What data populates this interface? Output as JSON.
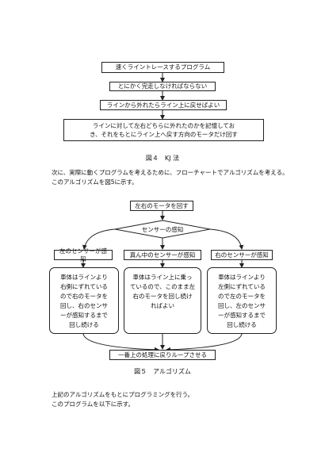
{
  "kj": {
    "steps": [
      "速くライントレースするプログラム",
      "とにかく完走しなければならない",
      "ラインから外れたらライン上に戻せばよい",
      "ラインに対して左右どちらに外れたのかを記憶してお\nき、それをもとにライン上へ戻す方向のモータだけ回す"
    ],
    "caption": "図４　KJ 法"
  },
  "intro_text": "次に、実際に動くプログラムを考えるために、フローチャートでアルゴリズムを考える。\nこのアルゴリズムを図5に示す。",
  "algo": {
    "start": "左右のモータを回す",
    "sense": "センサーの感知",
    "branches": [
      {
        "label": "左のセンサーが感知",
        "desc": "車体はラインより\n右側にずれている\nので右のモータを\n回し、右のセンサ\nーが感知するまで\n回し続ける"
      },
      {
        "label": "真ん中のセンサーが感知",
        "desc": "車体はライン上に乗っ\nているので、このまま左\n右のモータを回し続け\nればよい"
      },
      {
        "label": "右のセンサーが感知",
        "desc": "車体はラインより\n左側にずれている\nので左のモータを\n回し、左のセンサ\nーが感知するまで\n回し続ける"
      }
    ],
    "loop": "一番上の処理に戻りループさせる",
    "caption": "図５　アルゴリズム"
  },
  "outro_text": "上記のアルゴリズムをもとにプログラミングを行う。\nこのプログラムを以下に示す。"
}
